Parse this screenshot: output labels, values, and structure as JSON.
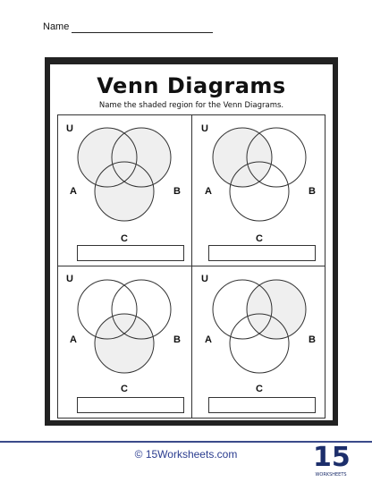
{
  "header": {
    "name_label": "Name"
  },
  "worksheet": {
    "title": "Venn Diagrams",
    "subtitle": "Name the shaded region for the Venn Diagrams."
  },
  "panels": [
    {
      "universe_label": "U",
      "a_label": "A",
      "b_label": "B",
      "c_label": "C",
      "shaded_regions": [
        "A",
        "B",
        "C"
      ]
    },
    {
      "universe_label": "U",
      "a_label": "A",
      "b_label": "B",
      "c_label": "C",
      "shaded_regions": [
        "A"
      ]
    },
    {
      "universe_label": "U",
      "a_label": "A",
      "b_label": "B",
      "c_label": "C",
      "shaded_regions": [
        "C"
      ]
    },
    {
      "universe_label": "U",
      "a_label": "A",
      "b_label": "B",
      "c_label": "C",
      "shaded_regions": [
        "B"
      ]
    }
  ],
  "footer": {
    "site": "© 15Worksheets.com",
    "logo_number": "15",
    "logo_text": "WORKSHEETS"
  },
  "colors": {
    "shade": "#efefef",
    "stroke": "#333333",
    "frame": "#222222",
    "footer_blue": "#2a3c8f"
  }
}
